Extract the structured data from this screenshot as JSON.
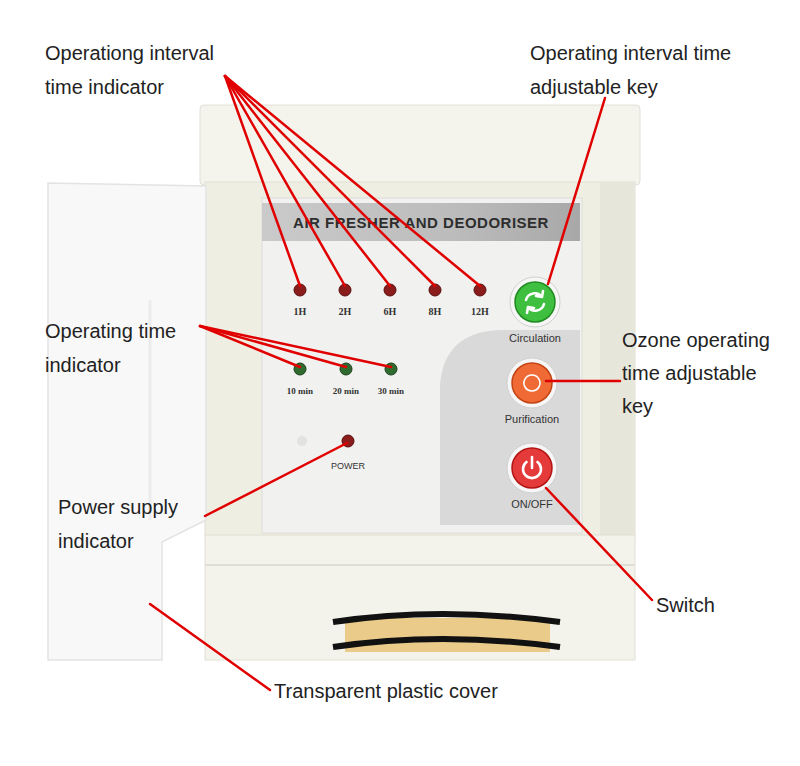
{
  "diagram": {
    "nodes": [
      {
        "text": [
          "AIR FRESHER AND DEODORISER"
        ]
      },
      {
        "text": [
          "Circulation"
        ]
      },
      {
        "text": [
          "Purification"
        ]
      },
      {
        "text": [
          "ON/OFF"
        ]
      }
    ],
    "labels": [
      "Operationg interval time indicator",
      "Operating interval time adjustable key",
      "Operating time indicator",
      "Ozone operating time adjustable key",
      "Power supply indicator",
      "Switch",
      "Transparent plastic cover",
      "1H",
      "2H",
      "6H",
      "8H",
      "12H",
      "10 min",
      "20 min",
      "30 min",
      "POWER"
    ]
  }
}
